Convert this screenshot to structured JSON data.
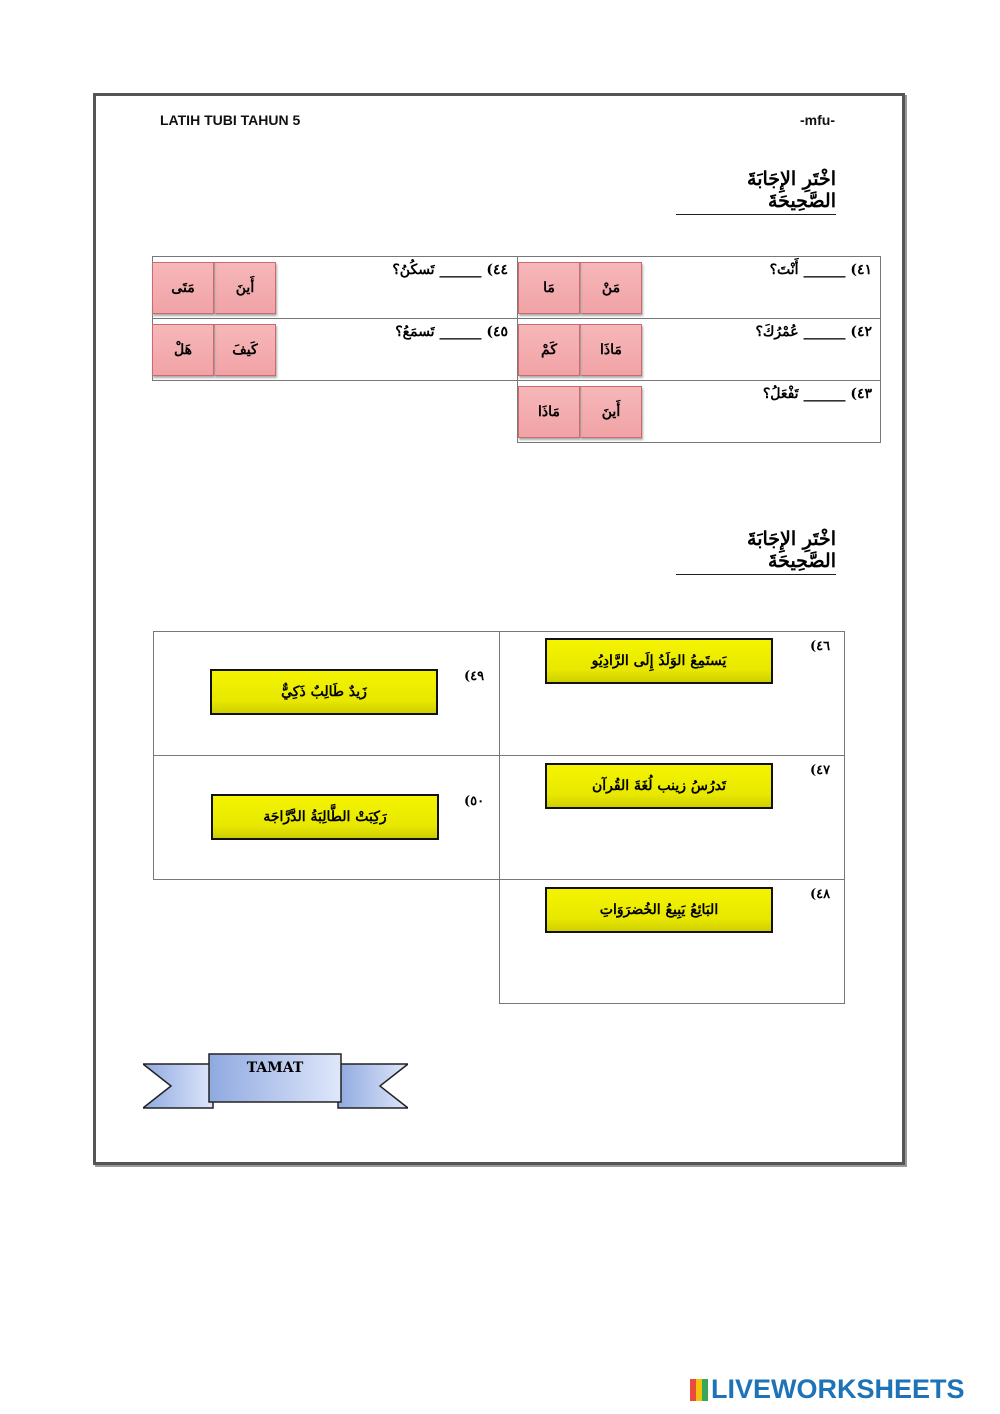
{
  "header": {
    "left": "LATIH TUBI TAHUN 5",
    "right": "-mfu-"
  },
  "section1": {
    "title": "اخْتَرِ الإِجَابَةَ الصَّحِيحَةَ",
    "questions": [
      {
        "text": "٤١) ______ أَنْتَ؟",
        "options": [
          "مَنْ",
          "مَا"
        ]
      },
      {
        "text": "٤٢) ______ عُمْرُكَ؟",
        "options": [
          "مَاذَا",
          "كَمْ"
        ]
      },
      {
        "text": "٤٣) ______ تَفْعَلُ؟",
        "options": [
          "أَينَ",
          "مَاذَا"
        ]
      },
      {
        "text": "٤٤) ______ تَسكُنُ؟",
        "options": [
          "أَينَ",
          "مَتَى"
        ]
      },
      {
        "text": "٤٥) ______ تَسمَعُ؟",
        "options": [
          "كَيفَ",
          "هَلْ"
        ]
      }
    ]
  },
  "section2": {
    "title": "اخْتَرِ الإِجَابَةَ الصَّحِيحَةَ",
    "items": [
      {
        "num": "٤٦)",
        "answer": "يَستَمِعُ الوَلَدُ إِلَى الرَّادِيُو"
      },
      {
        "num": "٤٧)",
        "answer": "تَدرُسُ زينب لُغَةَ القُرآن"
      },
      {
        "num": "٤٨)",
        "answer": "البَائِعُ يَبِيعُ الخُضرَوَاتِ"
      },
      {
        "num": "٤٩)",
        "answer": "زَيدٌ طَالِبٌ ذَكِيٌّ"
      },
      {
        "num": "٥٠)",
        "answer": "رَكِبَتْ الطَّالِبَةُ الدَّرَّاجَة"
      }
    ]
  },
  "footer": {
    "banner": "TAMAT",
    "brand": "LIVEWORKSHEETS"
  }
}
